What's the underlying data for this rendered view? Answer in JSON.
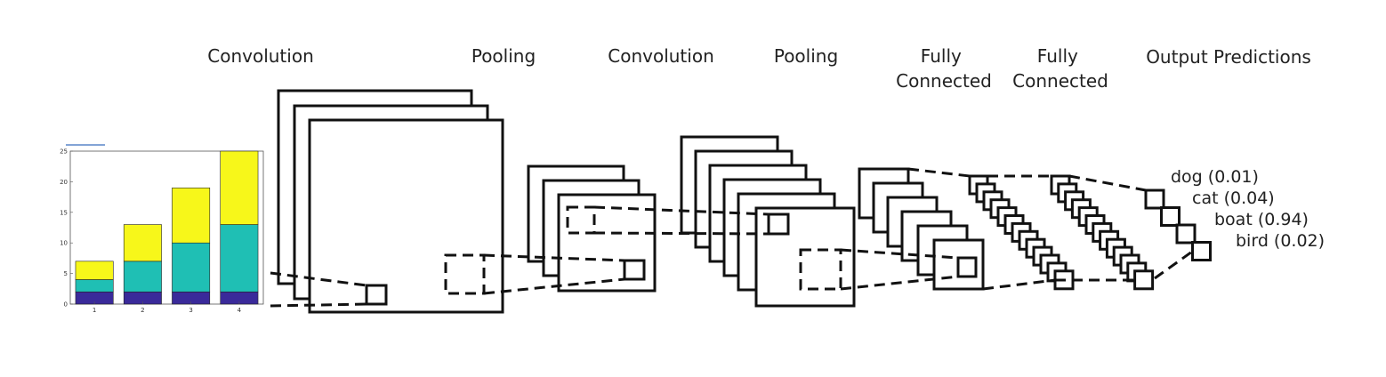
{
  "stages": [
    {
      "label": "Convolution"
    },
    {
      "label": "Pooling"
    },
    {
      "label": "Convolution"
    },
    {
      "label": "Pooling"
    },
    {
      "label": [
        "Fully",
        "Connected"
      ]
    },
    {
      "label": [
        "Fully",
        "Connected"
      ]
    },
    {
      "label": "Output Predictions"
    }
  ],
  "predictions": [
    "dog (0.01)",
    "cat (0.04)",
    "boat (0.94)",
    "bird (0.02)"
  ],
  "chart_data": {
    "type": "bar",
    "stacked": true,
    "categories": [
      "1",
      "2",
      "3",
      "4"
    ],
    "series": [
      {
        "color": "#3a2a9a",
        "values": [
          2,
          2,
          2,
          2
        ]
      },
      {
        "color": "#1fbfb4",
        "values": [
          2,
          5,
          8,
          11
        ]
      },
      {
        "color": "#f7f71a",
        "values": [
          3,
          6,
          9,
          12
        ]
      }
    ],
    "ylim": [
      0,
      25
    ],
    "yticks": [
      "0",
      "5",
      "10",
      "15",
      "20",
      "25"
    ],
    "grid": false
  }
}
